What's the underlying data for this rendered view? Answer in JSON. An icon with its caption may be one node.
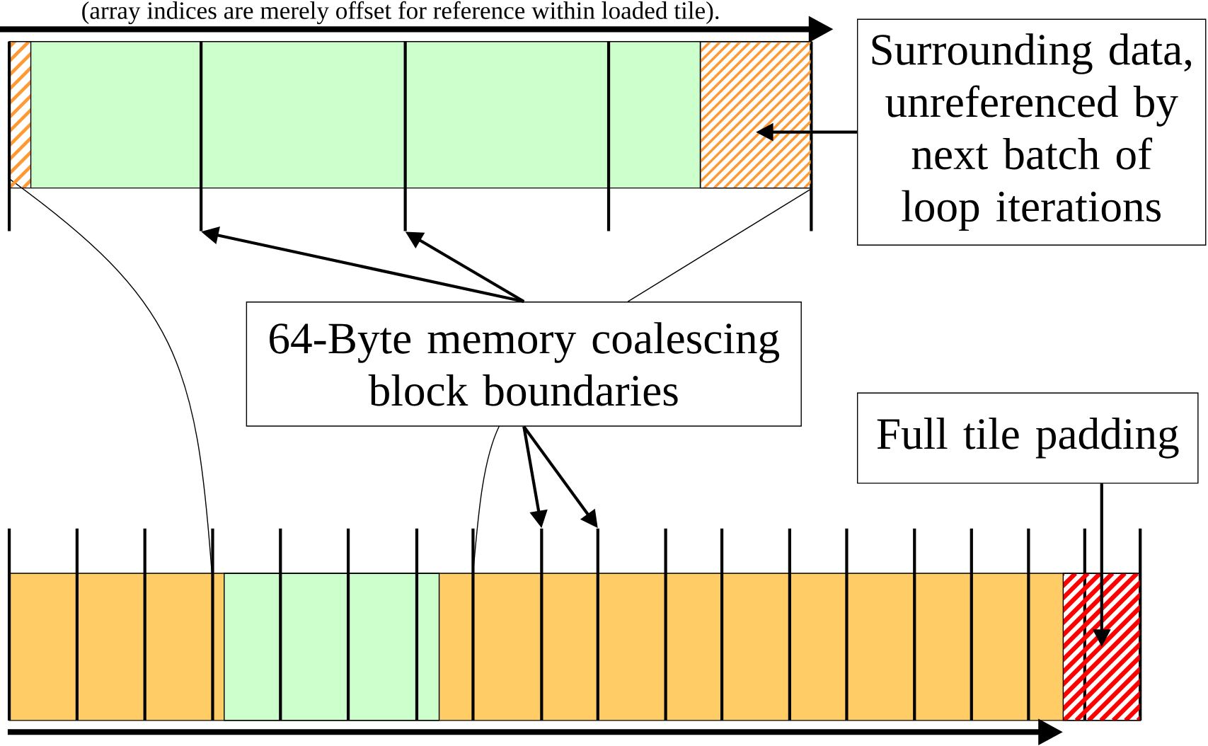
{
  "diagram": {
    "nodes": [
      {
        "text": [
          "Surrounding data, unreferenced by next batch of loop iterations"
        ]
      },
      {
        "text": [
          "64-Byte memory coalescing block boundaries"
        ]
      },
      {
        "text": [
          "Full tile padding"
        ]
      },
      {
        "text": [],
        "shape": "box"
      },
      {
        "text": [],
        "shape": "line"
      },
      {
        "text": [],
        "shape": "line"
      },
      {
        "text": [],
        "shape": "line"
      },
      {
        "text": [],
        "shape": "line"
      },
      {
        "text": [],
        "shape": "box"
      }
    ],
    "edges": [
      {
        "from": 0,
        "to": 3,
        "arrow": "to"
      },
      {
        "from": 1,
        "to": 4,
        "arrow": "to"
      },
      {
        "from": 1,
        "to": 5,
        "arrow": "to"
      },
      {
        "from": 1,
        "to": 6,
        "arrow": "to"
      },
      {
        "from": 1,
        "to": 7,
        "arrow": "to"
      },
      {
        "from": 2,
        "to": 8,
        "arrow": "to"
      },
      {
        "from": 3,
        "to": 1,
        "arrow": "none"
      }
    ],
    "labels": [
      "(array indices are merely offset for reference within loaded tile)."
    ]
  }
}
